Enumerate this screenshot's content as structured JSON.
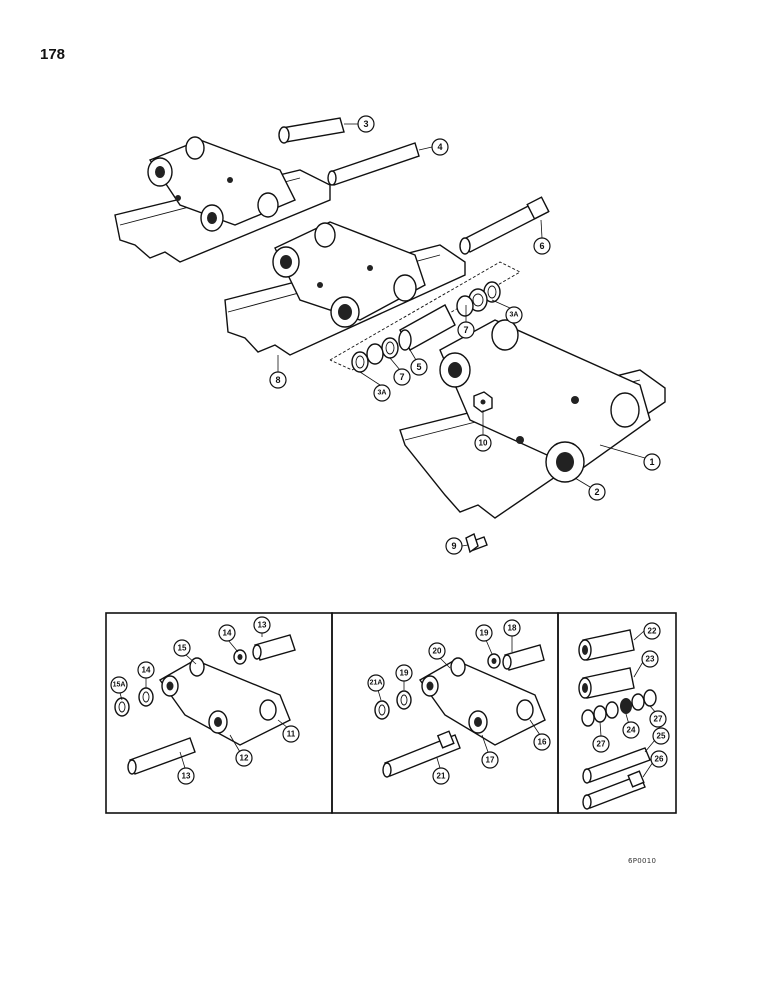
{
  "page": {
    "number": "178",
    "figure_code": "6P0010"
  },
  "callouts": {
    "c1": "1",
    "c2": "2",
    "c3": "3",
    "c3a_right": "3A",
    "c3a_left": "3A",
    "c4": "4",
    "c5": "5",
    "c6": "6",
    "c7_right": "7",
    "c7_left": "7",
    "c8": "8",
    "c9": "9",
    "c10": "10",
    "c11": "11",
    "c12": "12",
    "c13_top": "13",
    "c13_bottom": "13",
    "c14_top": "14",
    "c14_left": "14",
    "c15": "15",
    "c15a": "15A",
    "c16": "16",
    "c17": "17",
    "c18": "18",
    "c19_top": "19",
    "c19_left": "19",
    "c20": "20",
    "c21": "21",
    "c21a": "21A",
    "c22": "22",
    "c23": "23",
    "c24": "24",
    "c25": "25",
    "c26": "26",
    "c27_left": "27",
    "c27_right": "27"
  }
}
